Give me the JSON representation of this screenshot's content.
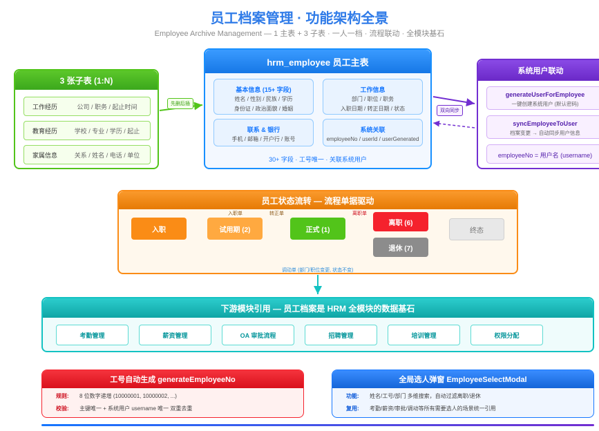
{
  "header": {
    "title": "员工档案管理 · 功能架构全景",
    "subtitle": "Employee Archive Management — 1 主表 + 3 子表 · 一人一档 · 流程联动 · 全模块基石"
  },
  "sub_tables": {
    "title": "3 张子表 (1:N)",
    "rows": [
      {
        "name": "工作经历",
        "fields": "公司 / 职务 / 起止时间"
      },
      {
        "name": "教育经历",
        "fields": "学校 / 专业 / 学历 / 起止"
      },
      {
        "name": "家属信息",
        "fields": "关系 / 姓名 / 电话 / 单位"
      }
    ],
    "arrow_label": "先删后插"
  },
  "main_table": {
    "title": "hrm_employee 员工主表",
    "cells": [
      {
        "title": "基本信息 (15+ 字段)",
        "lines": [
          "姓名 / 性别 / 民族 / 学历",
          "身份证 / 政治面貌 / 婚姻"
        ]
      },
      {
        "title": "工作信息",
        "lines": [
          "部门 / 职位 / 职务",
          "入职日期 / 转正日期 / 状态"
        ]
      },
      {
        "title": "联系 & 银行",
        "lines": [
          "手机 / 邮箱 / 开户行 / 账号"
        ]
      },
      {
        "title": "系统关联",
        "lines": [
          "employeeNo / userId / userGenerated"
        ]
      }
    ],
    "footer": "30+ 字段 · 工号唯一 · 关联系统用户"
  },
  "sync": {
    "title": "系统用户联动",
    "arrow_label": "双向同步",
    "items": [
      {
        "title": "generateUserForEmployee",
        "desc": "一键创建系统用户 (默认密码)"
      },
      {
        "title": "syncEmployeeToUser",
        "desc": "档案变更 → 自动同步用户信息"
      },
      {
        "title": "employeeNo = 用户名 (username)",
        "desc": ""
      }
    ]
  },
  "flow": {
    "title": "员工状态流转 — 流程单据驱动",
    "states": {
      "onboard": "入职",
      "probation": "试用期 (2)",
      "formal": "正式 (1)",
      "resigned": "离职 (6)",
      "retired": "退休 (7)",
      "end": "终态"
    },
    "labels": {
      "onboard_form": "入职单",
      "regular_form": "转正单",
      "resign_form": "离职单",
      "transfer_form": "调动单 (部门/职位变更, 状态不变)"
    }
  },
  "downstream": {
    "title": "下游模块引用 — 员工档案是 HRM 全模块的数据基石",
    "modules": [
      "考勤管理",
      "薪资管理",
      "OA 审批流程",
      "招聘管理",
      "培训管理",
      "权限分配"
    ]
  },
  "generator": {
    "title": "工号自动生成 generateEmployeeNo",
    "rows": [
      {
        "key": "规则:",
        "value": "8 位数字递增 (10000001, 10000002, ...)"
      },
      {
        "key": "校验:",
        "value": "主键唯一 + 系统用户 username 唯一 双重去重"
      }
    ]
  },
  "selector": {
    "title": "全局选人弹窗 EmployeeSelectModal",
    "rows": [
      {
        "key": "功能:",
        "value": "姓名/工号/部门 多维搜索，自动过滤离职/退休"
      },
      {
        "key": "复用:",
        "value": "考勤/薪资/审批/调动等所有需要选人的场景统一引用"
      }
    ]
  },
  "colors": {
    "green": "#52c41a",
    "blue": "#1677ff",
    "purple": "#722ed1",
    "orange": "#fa8c16",
    "red": "#f5222d",
    "cyan": "#13c2c2",
    "gray": "#8c8c8c"
  }
}
